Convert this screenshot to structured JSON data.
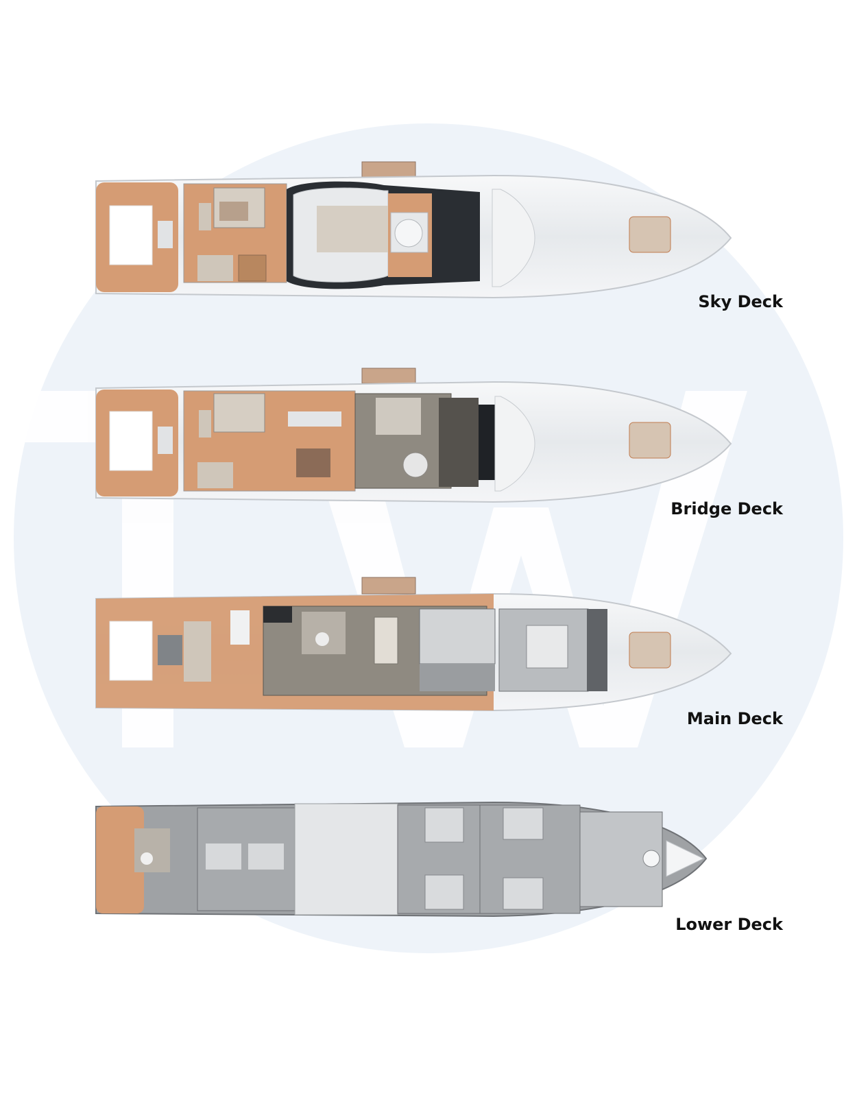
{
  "colors": {
    "watermark_circle": "#eef3f9",
    "watermark_letters": "#ffffff",
    "hull": "#eceff2",
    "hull_edge": "#c9cdd2",
    "teak": "#d59c74",
    "teak_dark": "#b9825e",
    "interior": "#8f8a81",
    "cabin": "#a5a8ab",
    "furniture": "#d8cfc2",
    "label": "#111111"
  },
  "decks": [
    {
      "id": "sky",
      "label": "Sky Deck"
    },
    {
      "id": "bridge",
      "label": "Bridge Deck"
    },
    {
      "id": "main",
      "label": "Main Deck"
    },
    {
      "id": "lower",
      "label": "Lower Deck"
    }
  ]
}
